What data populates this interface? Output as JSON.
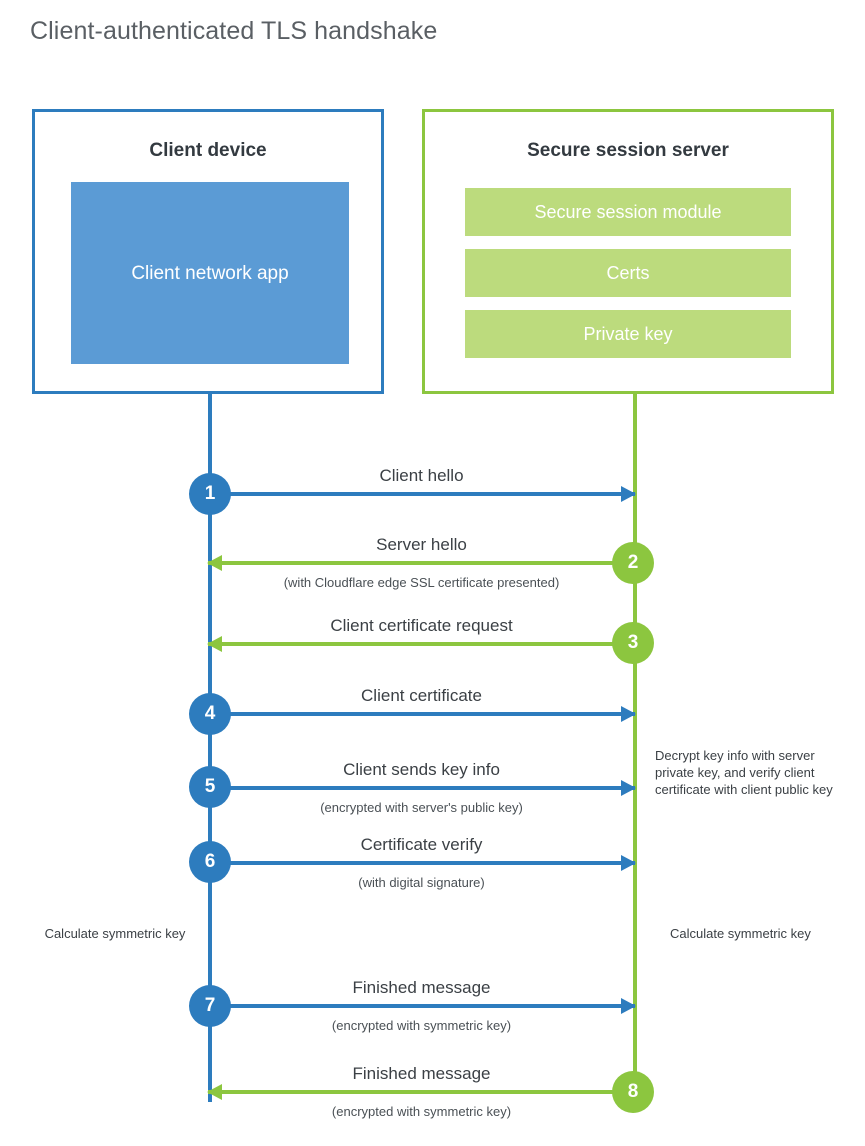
{
  "title": "Client-authenticated TLS handshake",
  "colors": {
    "blue_stroke": "#2d7cbe",
    "blue_fill": "#5b9bd5",
    "green_stroke": "#8cc63f",
    "green_fill": "#bcdb7d",
    "text": "#3b4045",
    "title_text": "#5a5f64",
    "background": "#ffffff"
  },
  "actors": {
    "client": {
      "title": "Client device",
      "app_label": "Client network app"
    },
    "server": {
      "title": "Secure session server",
      "modules": [
        "Secure session module",
        "Certs",
        "Private key"
      ]
    }
  },
  "steps": [
    {
      "number": "1",
      "direction": "to-server",
      "label": "Client hello",
      "sublabel": ""
    },
    {
      "number": "2",
      "direction": "to-client",
      "label": "Server hello",
      "sublabel": "(with Cloudflare edge SSL certificate presented)"
    },
    {
      "number": "3",
      "direction": "to-client",
      "label": "Client certificate request",
      "sublabel": ""
    },
    {
      "number": "4",
      "direction": "to-server",
      "label": "Client certificate",
      "sublabel": ""
    },
    {
      "number": "5",
      "direction": "to-server",
      "label": "Client sends key info",
      "sublabel": "(encrypted with server's public key)"
    },
    {
      "number": "6",
      "direction": "to-server",
      "label": "Certificate verify",
      "sublabel": "(with digital signature)"
    },
    {
      "number": "7",
      "direction": "to-server",
      "label": "Finished message",
      "sublabel": "(encrypted with symmetric key)"
    },
    {
      "number": "8",
      "direction": "to-client",
      "label": "Finished message",
      "sublabel": "(encrypted with symmetric key)"
    }
  ],
  "annotations": {
    "server_decrypt_note": "Decrypt key info with server private key, and verify client certificate with client public key",
    "client_calculate_note": "Calculate symmetric key",
    "server_calculate_note": "Calculate symmetric key"
  }
}
